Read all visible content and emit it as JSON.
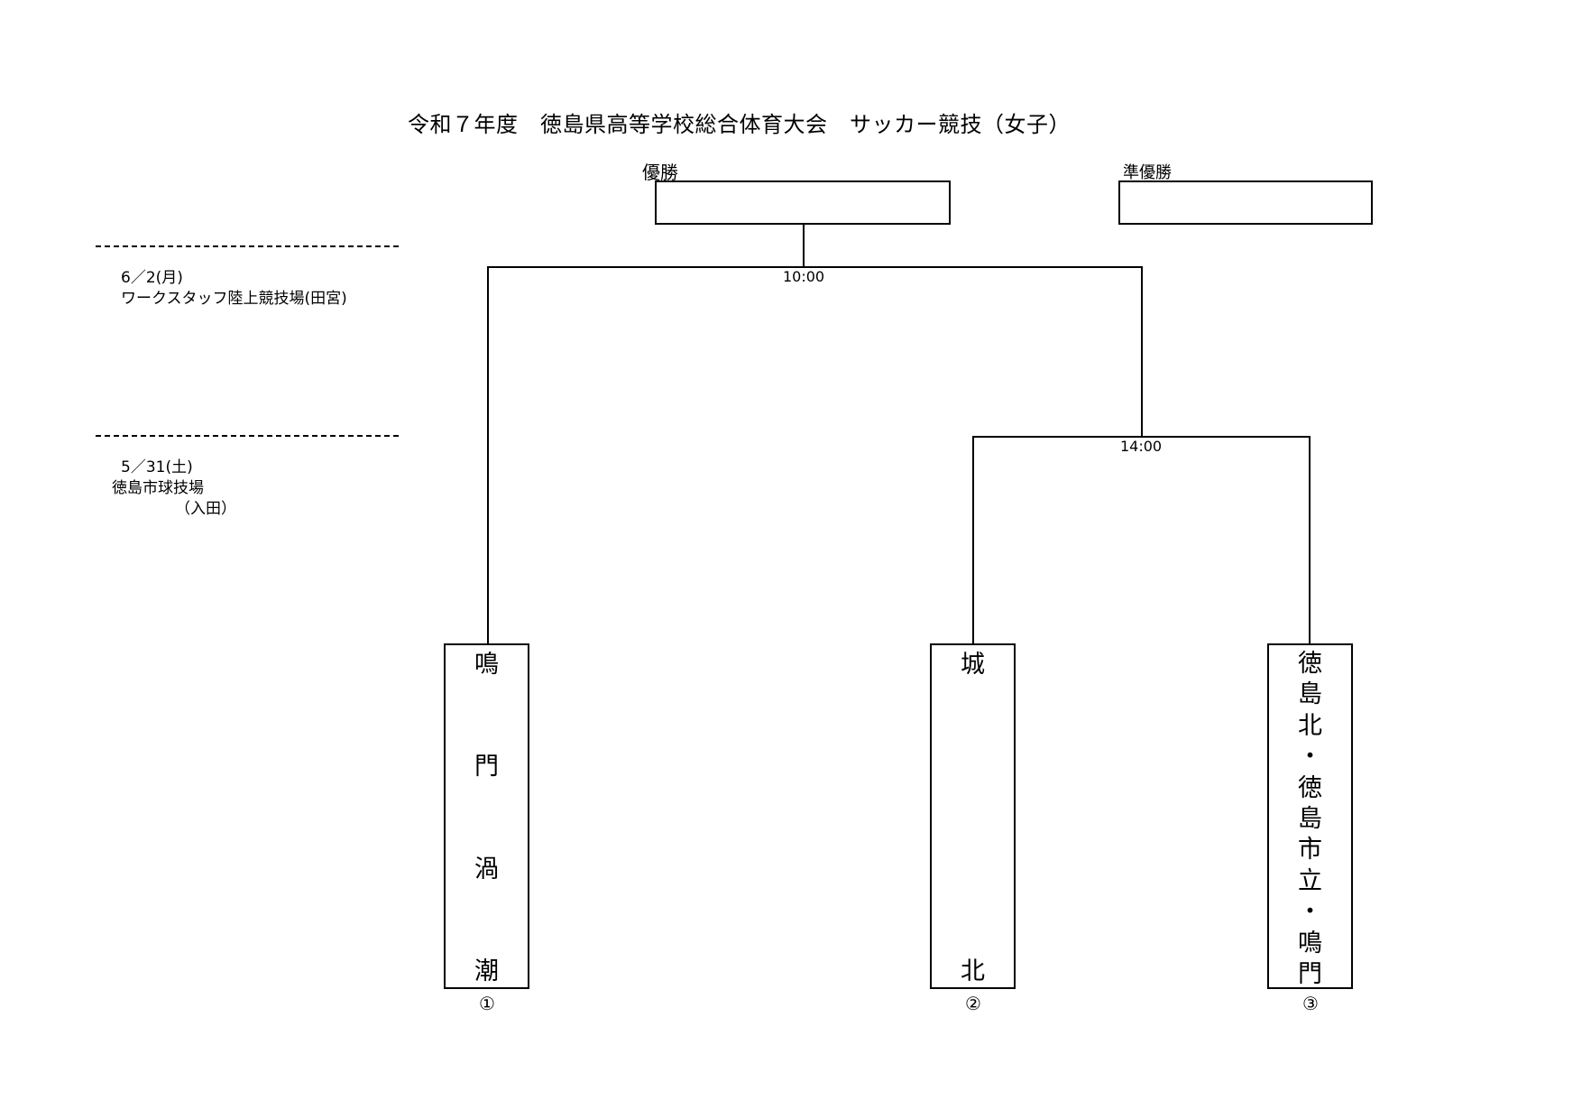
{
  "title": "令和７年度　徳島県高等学校総合体育大会　サッカー競技（女子）",
  "results": {
    "champion_label": "優勝",
    "runner_up_label": "準優勝",
    "champion": "",
    "runner_up": ""
  },
  "schedule": [
    {
      "date": "6／2(月)",
      "venue": "ワークスタッフ陸上競技場(田宮)"
    },
    {
      "date": "5／31(土)",
      "venue": "徳島市球技場",
      "venue_note": "（入田）"
    }
  ],
  "matches": {
    "final_time": "10:00",
    "semifinal_time": "14:00"
  },
  "teams": [
    {
      "seed": "①",
      "chars": [
        "鳴",
        "門",
        "渦",
        "潮"
      ]
    },
    {
      "seed": "②",
      "chars": [
        "城",
        "北"
      ]
    },
    {
      "seed": "③",
      "chars": [
        "徳",
        "島",
        "北",
        "・",
        "徳",
        "島",
        "市",
        "立",
        "・",
        "鳴",
        "門"
      ]
    }
  ]
}
